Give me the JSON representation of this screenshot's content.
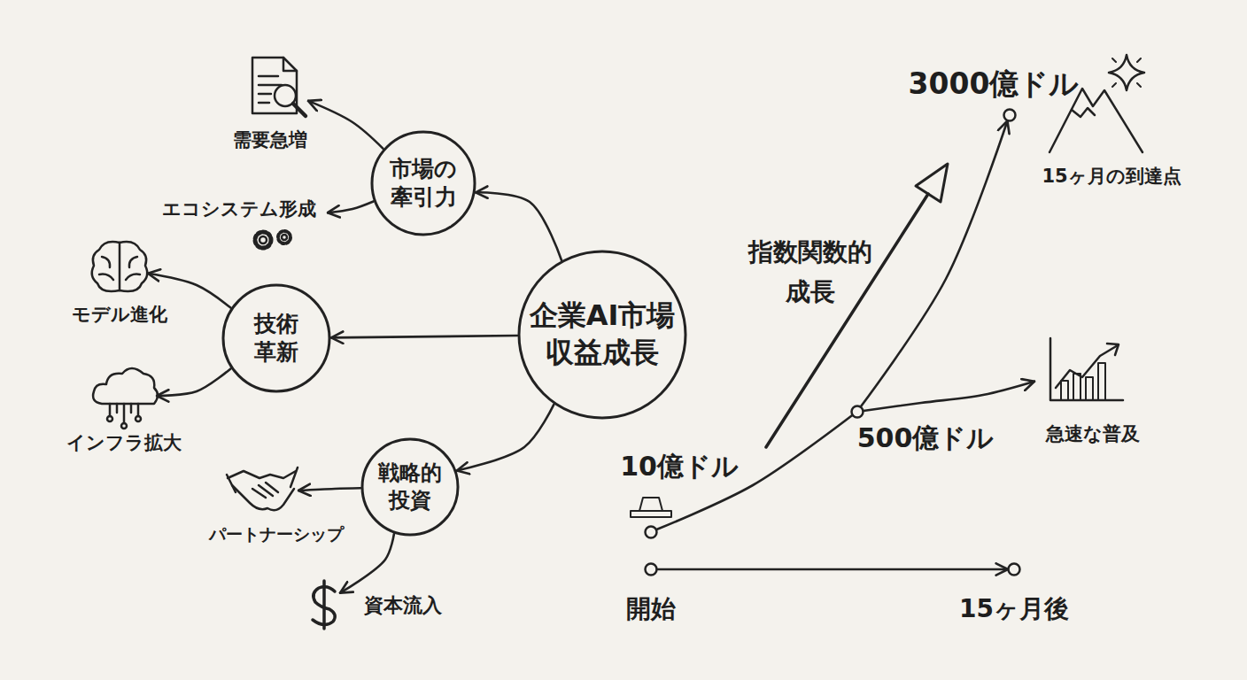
{
  "diagram": {
    "nodes": [
      {
        "text": [
          "企業AI市場 収益成長"
        ]
      },
      {
        "text": [
          "市場の 牽引力"
        ]
      },
      {
        "text": [
          "需要急増"
        ]
      },
      {
        "text": [
          "エコシステム形成"
        ]
      },
      {
        "text": [
          "技術 革新"
        ]
      },
      {
        "text": [
          "モデル進化"
        ]
      },
      {
        "text": [
          "インフラ拡大"
        ]
      },
      {
        "text": [
          "戦略的 投資"
        ]
      },
      {
        "text": [
          "パートナーシップ"
        ]
      },
      {
        "text": [
          "資本流入"
        ]
      },
      {
        "text": [
          "10億ドル"
        ]
      },
      {
        "text": [
          "500億ドル"
        ]
      },
      {
        "text": [
          "3000億ドル"
        ]
      },
      {
        "text": [
          "急速な普及"
        ]
      },
      {
        "text": [
          "開始"
        ]
      },
      {
        "text": [
          "15ヶ月後"
        ]
      }
    ],
    "edges": [
      {
        "from": 0,
        "to": 1,
        "arrow": "to"
      },
      {
        "from": 0,
        "to": 4,
        "arrow": "to"
      },
      {
        "from": 0,
        "to": 7,
        "arrow": "to"
      },
      {
        "from": 1,
        "to": 2,
        "arrow": "to"
      },
      {
        "from": 1,
        "to": 3,
        "arrow": "to"
      },
      {
        "from": 4,
        "to": 5,
        "arrow": "to"
      },
      {
        "from": 4,
        "to": 6,
        "arrow": "to"
      },
      {
        "from": 7,
        "to": 8,
        "arrow": "to"
      },
      {
        "from": 7,
        "to": 9,
        "arrow": "to"
      },
      {
        "from": 10,
        "to": 11,
        "arrow": "none"
      },
      {
        "from": 11,
        "to": 12,
        "arrow": "to"
      },
      {
        "from": 11,
        "to": 13,
        "arrow": "to"
      },
      {
        "from": 14,
        "to": 15,
        "arrow": "to"
      }
    ],
    "labels": [
      "指数関数的 成長",
      "15ヶ月の到達点"
    ]
  }
}
